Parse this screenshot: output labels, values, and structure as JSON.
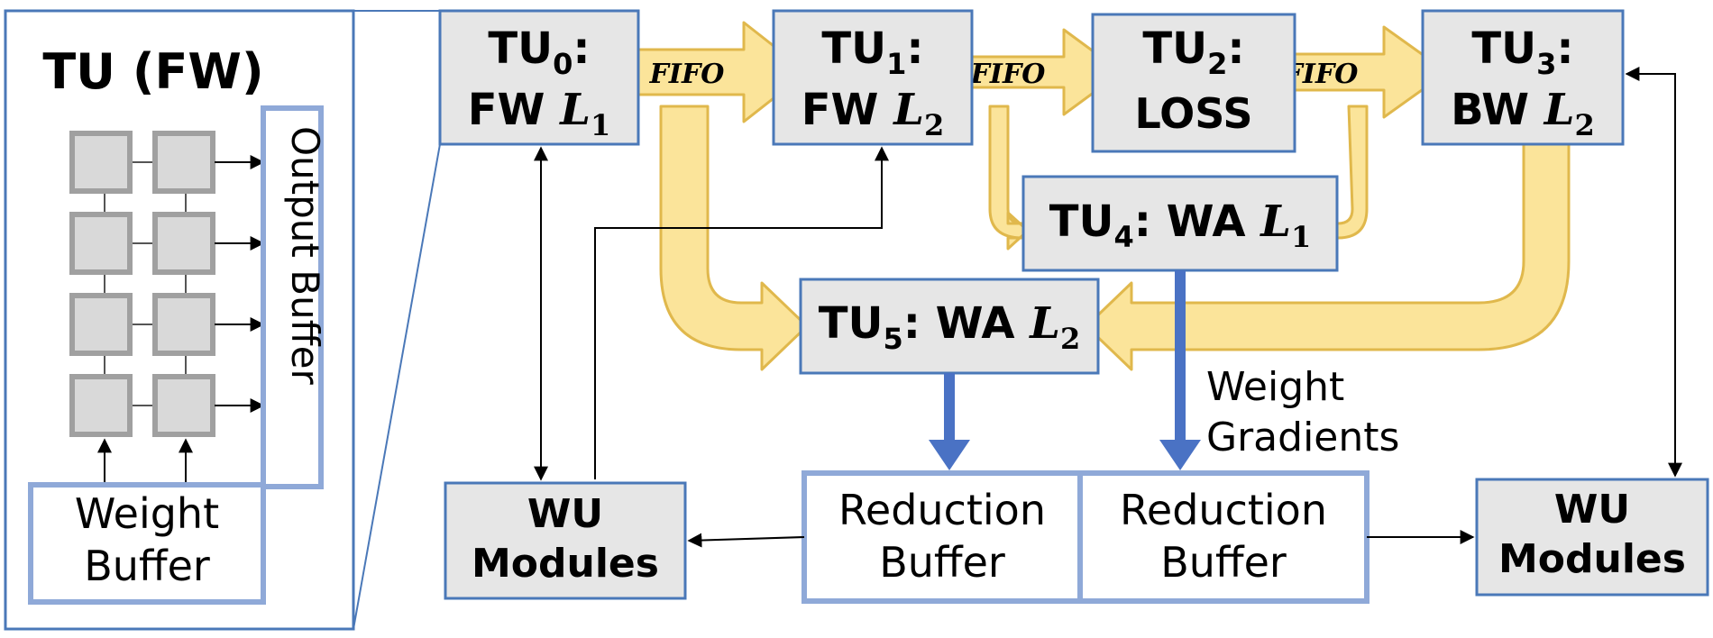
{
  "inset": {
    "title": "TU (FW)",
    "output_buffer": "Output Buffer",
    "weight_buffer_line1": "Weight",
    "weight_buffer_line2": "Buffer"
  },
  "tu0": {
    "name": "TU",
    "sub": "0",
    "colon": ":",
    "op": "FW",
    "layer_var": "L",
    "layer_sub": "1"
  },
  "tu1": {
    "name": "TU",
    "sub": "1",
    "colon": ":",
    "op": "FW",
    "layer_var": "L",
    "layer_sub": "2"
  },
  "tu2": {
    "name": "TU",
    "sub": "2",
    "colon": ":",
    "op": "LOSS"
  },
  "tu3": {
    "name": "TU",
    "sub": "3",
    "colon": ":",
    "op": "BW",
    "layer_var": "L",
    "layer_sub": "2"
  },
  "tu4": {
    "name": "TU",
    "sub": "4",
    "colon": ": WA",
    "layer_var": "L",
    "layer_sub": "1"
  },
  "tu5": {
    "name": "TU",
    "sub": "5",
    "colon": ": WA",
    "layer_var": "L",
    "layer_sub": "2"
  },
  "fifo_labels": [
    "FIFO",
    "FIFO",
    "FIFO"
  ],
  "weight_gradients": {
    "line1": "Weight",
    "line2": "Gradients"
  },
  "wu_left": {
    "line1": "WU",
    "line2": "Modules"
  },
  "wu_right": {
    "line1": "WU",
    "line2": "Modules"
  },
  "reduction_left": {
    "line1": "Reduction",
    "line2": "Buffer"
  },
  "reduction_right": {
    "line1": "Reduction",
    "line2": "Buffer"
  },
  "colors": {
    "box_fill": "#e6e6e6",
    "box_stroke": "#4a78b8",
    "light_stroke": "#8fa9d8",
    "pe_fill": "#d9d9d9",
    "pe_stroke": "#a0a0a0",
    "flow_fill": "#fbe49a",
    "flow_stroke": "#e0b84c",
    "gradient_arrow": "#4a72c4"
  }
}
